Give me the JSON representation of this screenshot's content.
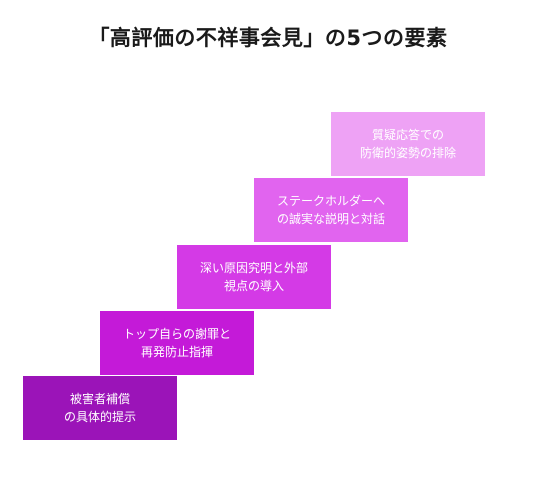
{
  "title": "「高評価の不祥事会見」の5つの要素",
  "steps": [
    {
      "label": "被害者補償\nの具体的提示",
      "color": "#9b14b8"
    },
    {
      "label": "トップ自らの謝罪と\n再発防止指揮",
      "color": "#c41ad8"
    },
    {
      "label": "深い原因究明と外部\n視点の導入",
      "color": "#d43ae6"
    },
    {
      "label": "ステークホルダーへ\nの誠実な説明と対話",
      "color": "#e164ef"
    },
    {
      "label": "質疑応答での\n防衛的姿勢の排除",
      "color": "#eea2f5"
    }
  ]
}
